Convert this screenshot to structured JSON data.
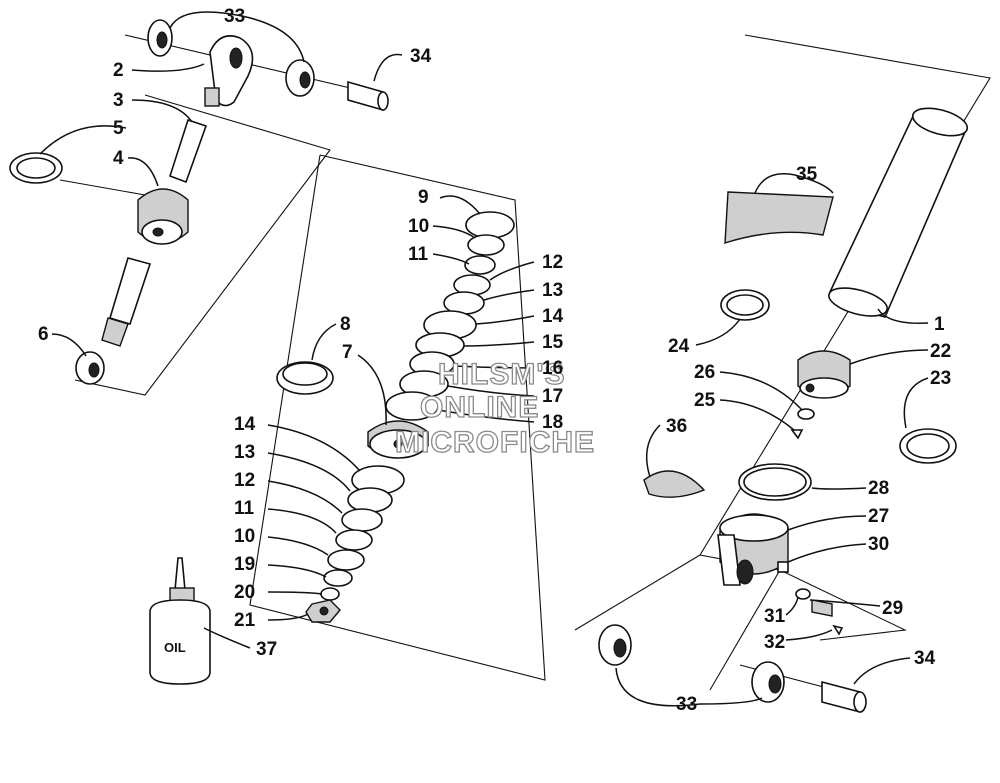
{
  "diagram": {
    "oil_label": "OIL",
    "watermark": [
      "HILSM'S",
      "ONLINE",
      "MICROFICHE"
    ],
    "callouts": [
      {
        "id": "c33a",
        "label": "33"
      },
      {
        "id": "c34a",
        "label": "34"
      },
      {
        "id": "c2",
        "label": "2"
      },
      {
        "id": "c3",
        "label": "3"
      },
      {
        "id": "c5",
        "label": "5"
      },
      {
        "id": "c4",
        "label": "4"
      },
      {
        "id": "c6",
        "label": "6"
      },
      {
        "id": "c9",
        "label": "9"
      },
      {
        "id": "c10a",
        "label": "10"
      },
      {
        "id": "c11a",
        "label": "11"
      },
      {
        "id": "c12a",
        "label": "12"
      },
      {
        "id": "c13a",
        "label": "13"
      },
      {
        "id": "c14a",
        "label": "14"
      },
      {
        "id": "c15",
        "label": "15"
      },
      {
        "id": "c16",
        "label": "16"
      },
      {
        "id": "c17",
        "label": "17"
      },
      {
        "id": "c18",
        "label": "18"
      },
      {
        "id": "c8",
        "label": "8"
      },
      {
        "id": "c7",
        "label": "7"
      },
      {
        "id": "c14b",
        "label": "14"
      },
      {
        "id": "c13b",
        "label": "13"
      },
      {
        "id": "c12b",
        "label": "12"
      },
      {
        "id": "c11b",
        "label": "11"
      },
      {
        "id": "c10b",
        "label": "10"
      },
      {
        "id": "c19",
        "label": "19"
      },
      {
        "id": "c20",
        "label": "20"
      },
      {
        "id": "c21",
        "label": "21"
      },
      {
        "id": "c37",
        "label": "37"
      },
      {
        "id": "c35",
        "label": "35"
      },
      {
        "id": "c1",
        "label": "1"
      },
      {
        "id": "c24",
        "label": "24"
      },
      {
        "id": "c22",
        "label": "22"
      },
      {
        "id": "c26",
        "label": "26"
      },
      {
        "id": "c23",
        "label": "23"
      },
      {
        "id": "c25",
        "label": "25"
      },
      {
        "id": "c36",
        "label": "36"
      },
      {
        "id": "c28",
        "label": "28"
      },
      {
        "id": "c27",
        "label": "27"
      },
      {
        "id": "c30",
        "label": "30"
      },
      {
        "id": "c29",
        "label": "29"
      },
      {
        "id": "c31",
        "label": "31"
      },
      {
        "id": "c32",
        "label": "32"
      },
      {
        "id": "c34b",
        "label": "34"
      },
      {
        "id": "c33b",
        "label": "33"
      }
    ]
  }
}
